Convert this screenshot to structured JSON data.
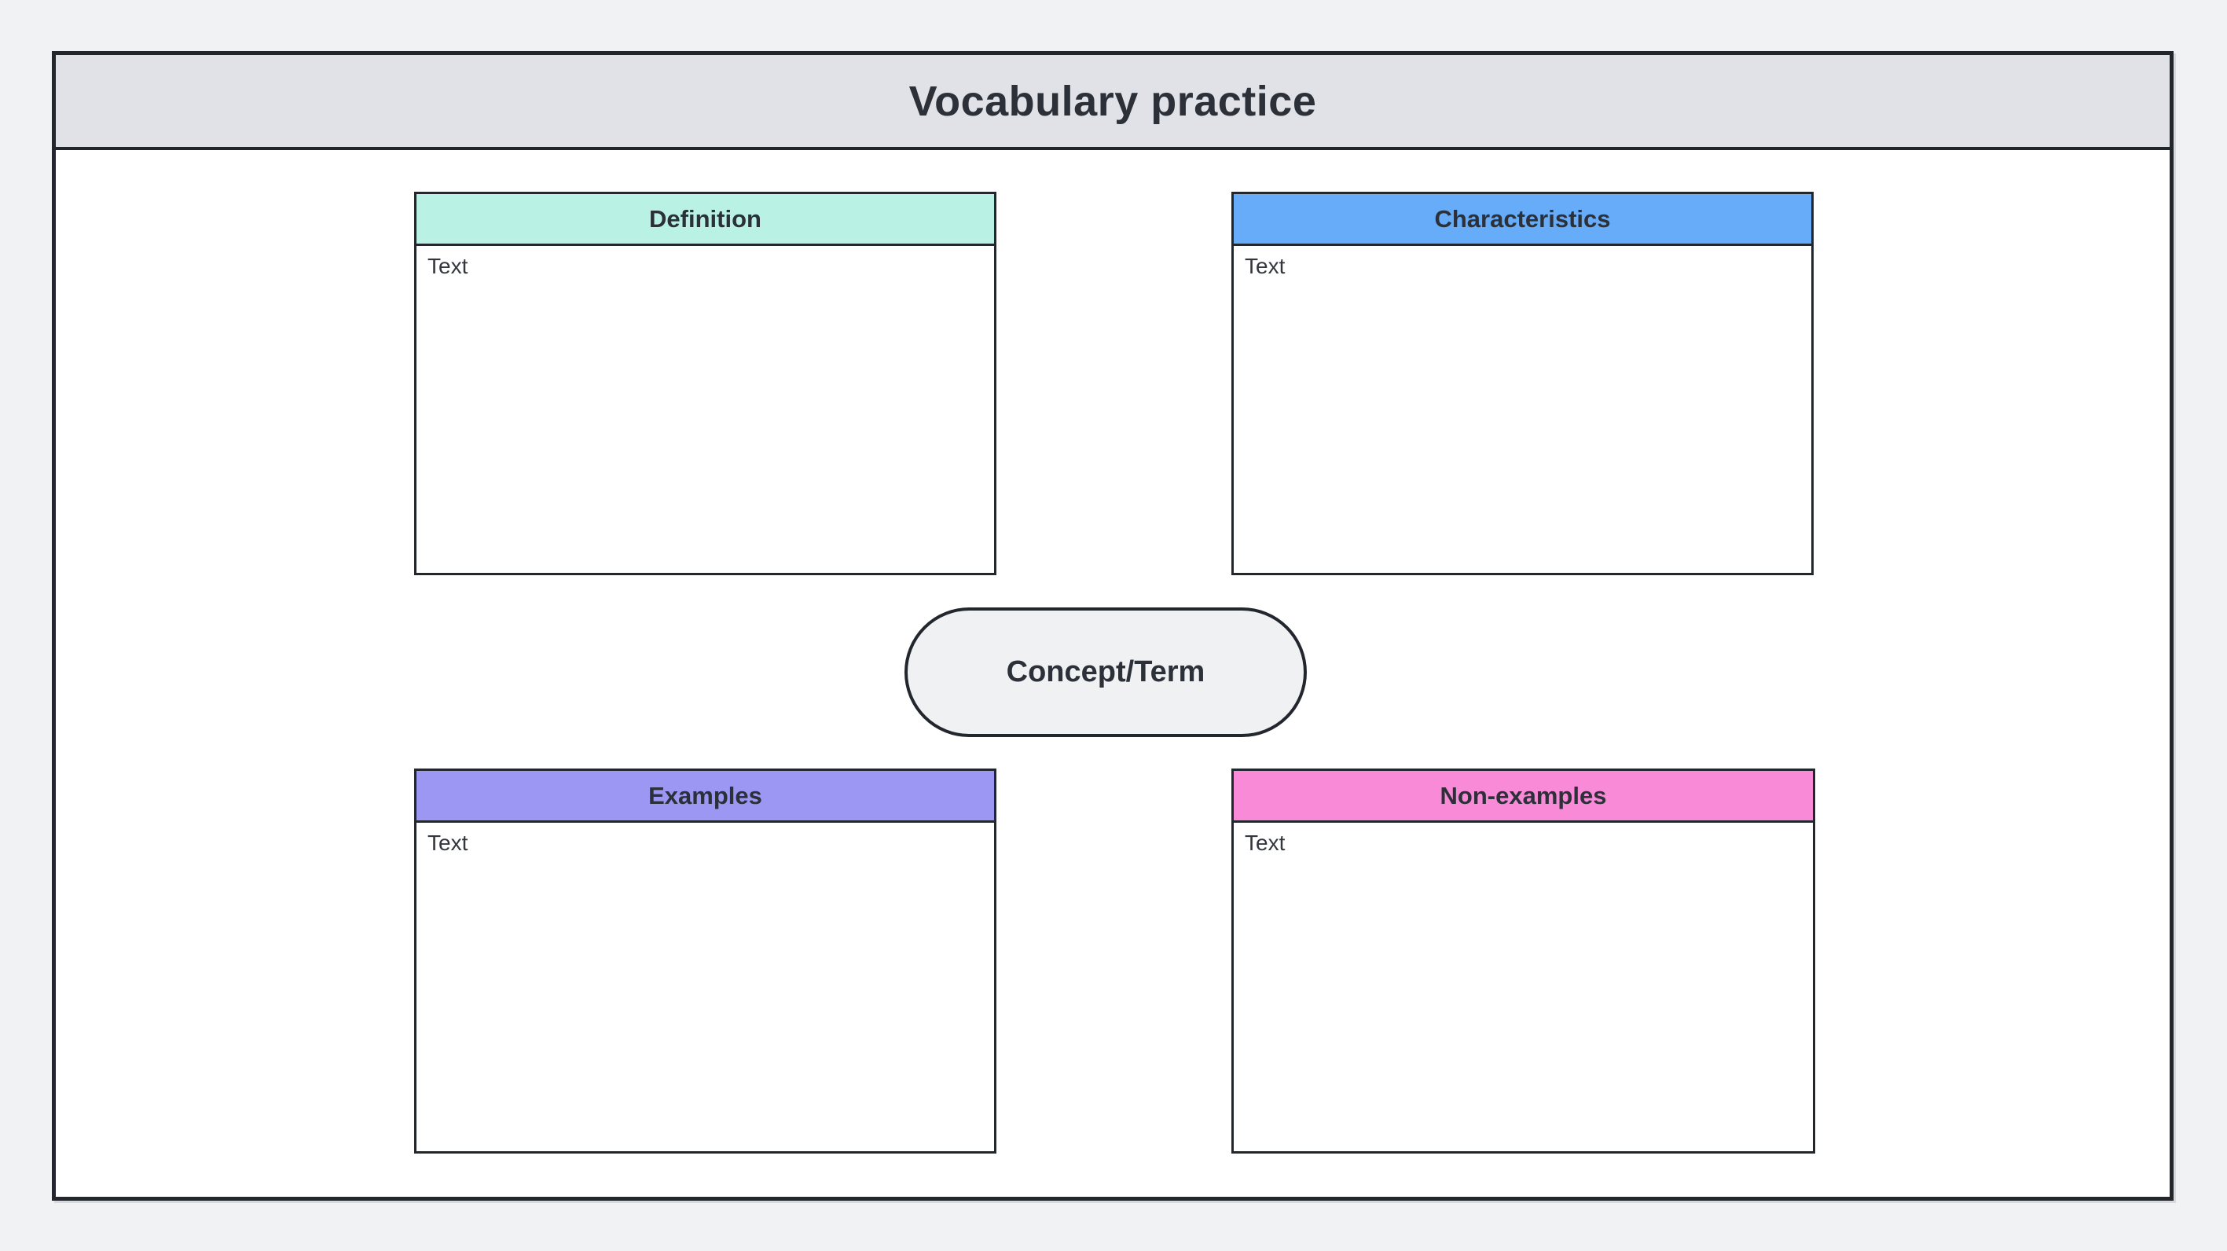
{
  "frame": {
    "title": "Vocabulary practice",
    "titlebar_bg": "#e0e2e7",
    "border_color": "#22262d",
    "body_bg": "#ffffff"
  },
  "page": {
    "background": "#f1f2f4"
  },
  "center": {
    "label": "Concept/Term",
    "fill": "#f0f1f3"
  },
  "quadrants": [
    {
      "id": "definition",
      "label": "Definition",
      "header_color": "#b9f2e5",
      "body_text": "Text"
    },
    {
      "id": "characteristics",
      "label": "Characteristics",
      "header_color": "#67acf8",
      "body_text": "Text"
    },
    {
      "id": "examples",
      "label": "Examples",
      "header_color": "#9b97f3",
      "body_text": "Text"
    },
    {
      "id": "non-examples",
      "label": "Non-examples",
      "header_color": "#f98ad8",
      "body_text": "Text"
    }
  ]
}
